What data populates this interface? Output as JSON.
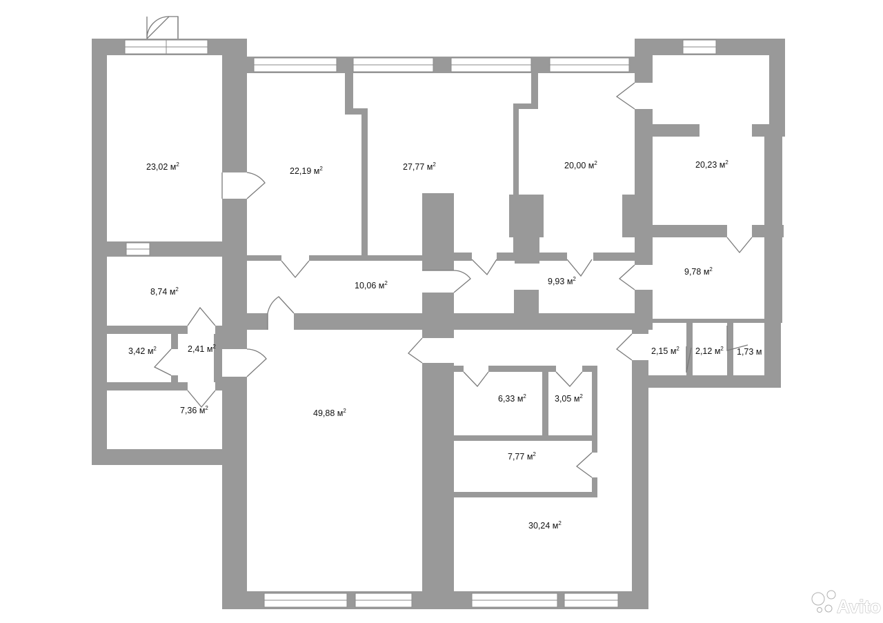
{
  "unit": "м",
  "unit_sup": "2",
  "rooms": [
    {
      "id": "r1",
      "area": "23,02"
    },
    {
      "id": "r2",
      "area": "22,19"
    },
    {
      "id": "r3",
      "area": "27,77"
    },
    {
      "id": "r4",
      "area": "20,00"
    },
    {
      "id": "r5",
      "area": "20,23"
    },
    {
      "id": "r6",
      "area": "8,74"
    },
    {
      "id": "r7",
      "area": "10,06"
    },
    {
      "id": "r8",
      "area": "9,93"
    },
    {
      "id": "r9",
      "area": "9,78"
    },
    {
      "id": "r10",
      "area": "3,42"
    },
    {
      "id": "r11",
      "area": "2,41"
    },
    {
      "id": "r12",
      "area": "2,15"
    },
    {
      "id": "r13",
      "area": "2,12"
    },
    {
      "id": "r14",
      "area": "1,73"
    },
    {
      "id": "r15",
      "area": "7,36"
    },
    {
      "id": "r16",
      "area": "49,88"
    },
    {
      "id": "r17",
      "area": "6,33"
    },
    {
      "id": "r18",
      "area": "3,05"
    },
    {
      "id": "r19",
      "area": "7,77"
    },
    {
      "id": "r20",
      "area": "30,24"
    }
  ],
  "watermark": "Avito"
}
